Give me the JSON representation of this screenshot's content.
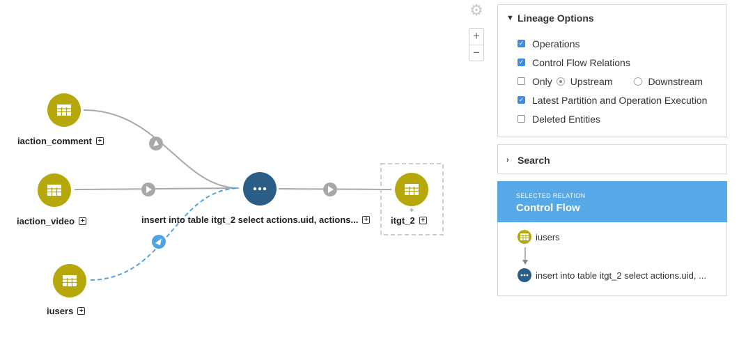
{
  "nodes": {
    "comment": {
      "label": "iaction_comment"
    },
    "video": {
      "label": "iaction_video"
    },
    "users": {
      "label": "iusers"
    },
    "operation": {
      "label": "insert into table itgt_2 select actions.uid, actions..."
    },
    "target": {
      "label": "itgt_2"
    }
  },
  "controls": {
    "zoom_in": "+",
    "zoom_out": "−"
  },
  "lineage_options": {
    "title": "Lineage Options",
    "operations": {
      "label": "Operations",
      "checked": true
    },
    "control_flow": {
      "label": "Control Flow Relations",
      "checked": true
    },
    "only": {
      "label": "Only",
      "checked": false
    },
    "upstream": {
      "label": "Upstream",
      "selected": true
    },
    "downstream": {
      "label": "Downstream",
      "selected": false
    },
    "latest_partition": {
      "label": "Latest Partition and Operation Execution",
      "checked": true
    },
    "deleted_entities": {
      "label": "Deleted Entities",
      "checked": false
    }
  },
  "search": {
    "title": "Search"
  },
  "selected_relation": {
    "subtitle": "SELECTED RELATION",
    "title": "Control Flow",
    "from": "iusers",
    "to": "insert into table itgt_2 select actions.uid, ..."
  },
  "colors": {
    "table_node": "#b6a80b",
    "operation_node": "#2b5e86",
    "edge": "#a8a8a8",
    "control_flow_edge": "#4ea3e0",
    "selected_header": "#57a8e6",
    "checkbox": "#3d8be8"
  },
  "icons": {
    "table": "table-icon",
    "operation": "ellipsis-icon",
    "settings": "gear-icon",
    "expand": "plus-square-icon"
  }
}
